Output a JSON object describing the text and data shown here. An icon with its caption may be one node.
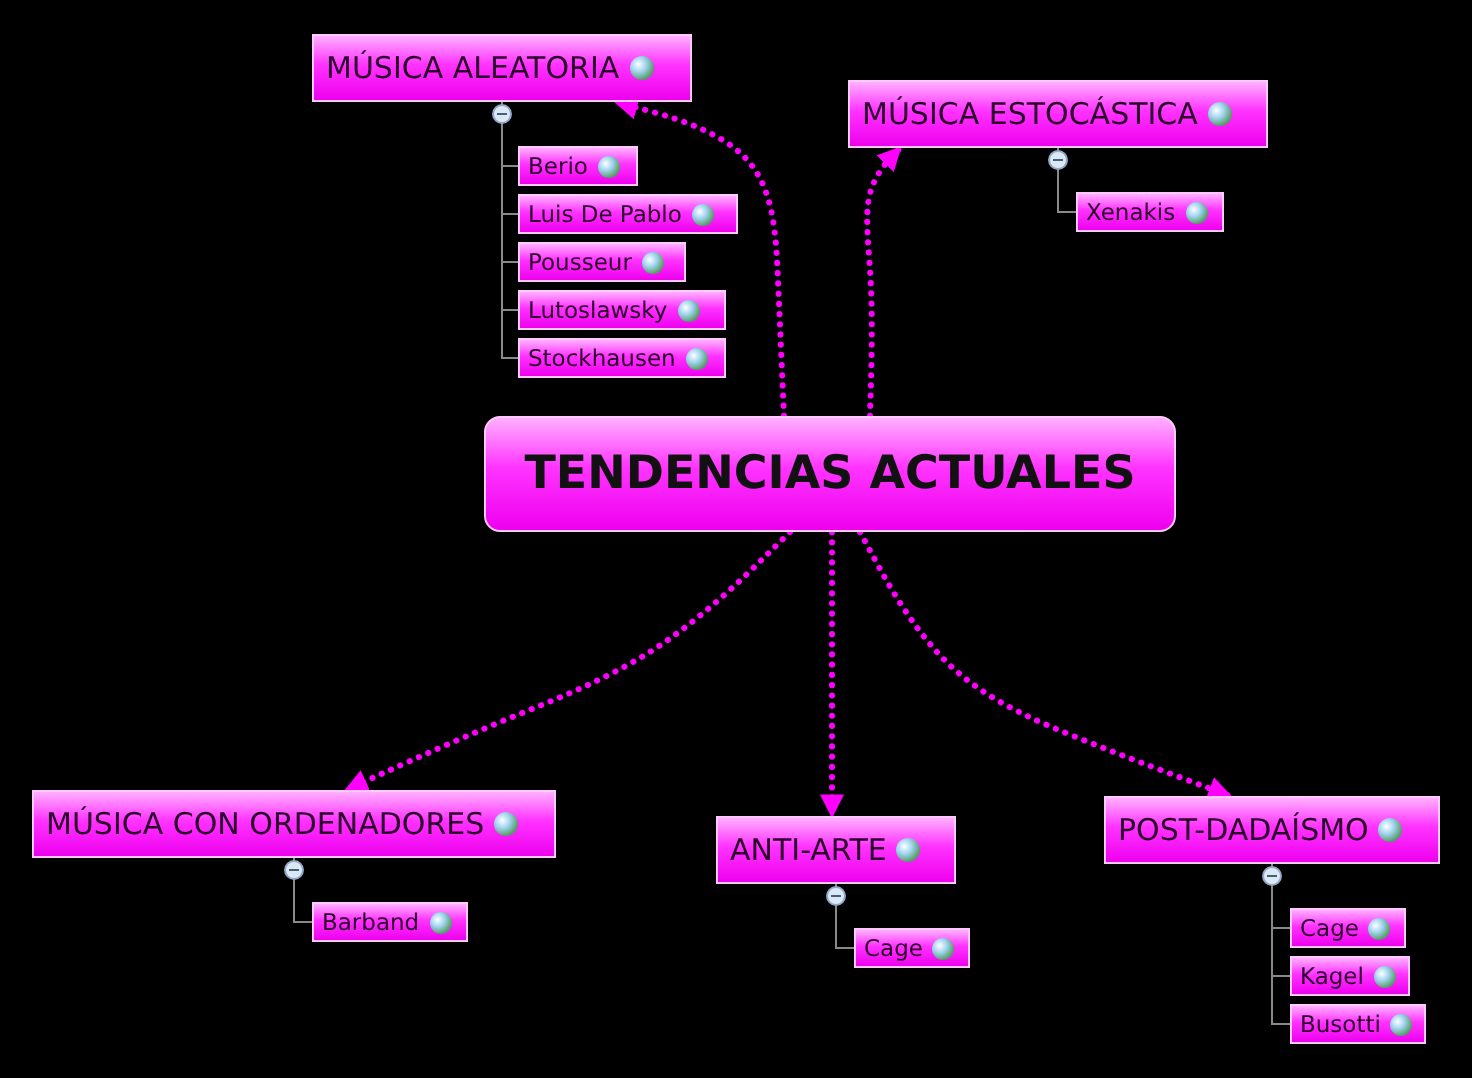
{
  "diagram": {
    "nodes": [
      {
        "text": [
          "TENDENCIAS ACTUALES"
        ]
      },
      {
        "text": [
          "MÚSICA ALEATORIA"
        ]
      },
      {
        "text": [
          "Berio"
        ]
      },
      {
        "text": [
          "Luis De Pablo"
        ]
      },
      {
        "text": [
          "Pousseur"
        ]
      },
      {
        "text": [
          "Lutoslawsky"
        ]
      },
      {
        "text": [
          "Stockhausen"
        ]
      },
      {
        "text": [
          "MÚSICA ESTOCÁSTICA"
        ]
      },
      {
        "text": [
          "Xenakis"
        ]
      },
      {
        "text": [
          "MÚSICA CON ORDENADORES"
        ]
      },
      {
        "text": [
          "Barband"
        ]
      },
      {
        "text": [
          "ANTI-ARTE"
        ]
      },
      {
        "text": [
          "Cage"
        ]
      },
      {
        "text": [
          "POST-DADAÍSMO"
        ]
      },
      {
        "text": [
          "Cage"
        ]
      },
      {
        "text": [
          "Kagel"
        ]
      },
      {
        "text": [
          "Busotti"
        ]
      }
    ],
    "edges": [
      {
        "from": 0,
        "to": 1,
        "arrow": "to",
        "style": "dashed",
        "color": "#ff00ff"
      },
      {
        "from": 0,
        "to": 7,
        "arrow": "to",
        "style": "dashed",
        "color": "#ff00ff"
      },
      {
        "from": 0,
        "to": 9,
        "arrow": "to",
        "style": "dashed",
        "color": "#ff00ff"
      },
      {
        "from": 0,
        "to": 11,
        "arrow": "to",
        "style": "dashed",
        "color": "#ff00ff"
      },
      {
        "from": 0,
        "to": 13,
        "arrow": "to",
        "style": "dashed",
        "color": "#ff00ff"
      },
      {
        "from": 1,
        "to": 2,
        "arrow": "none"
      },
      {
        "from": 1,
        "to": 3,
        "arrow": "none"
      },
      {
        "from": 1,
        "to": 4,
        "arrow": "none"
      },
      {
        "from": 1,
        "to": 5,
        "arrow": "none"
      },
      {
        "from": 1,
        "to": 6,
        "arrow": "none"
      },
      {
        "from": 7,
        "to": 8,
        "arrow": "none"
      },
      {
        "from": 9,
        "to": 10,
        "arrow": "none"
      },
      {
        "from": 11,
        "to": 12,
        "arrow": "none"
      },
      {
        "from": 13,
        "to": 14,
        "arrow": "none"
      },
      {
        "from": 13,
        "to": 15,
        "arrow": "none"
      },
      {
        "from": 13,
        "to": 16,
        "arrow": "none"
      }
    ]
  }
}
